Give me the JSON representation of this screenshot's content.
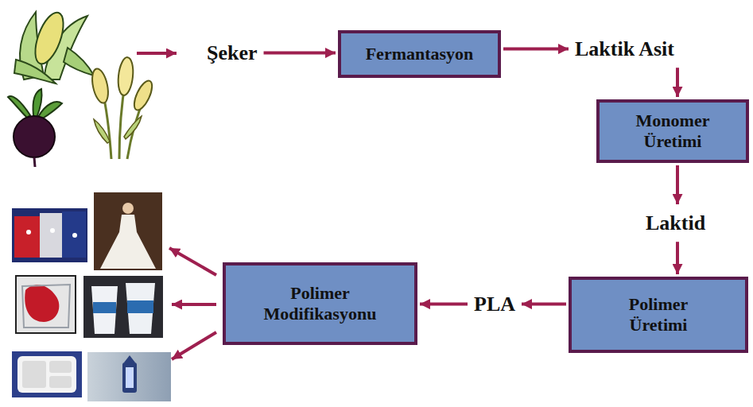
{
  "diagram": {
    "nodes": [
      {
        "text": [
          "Şeker"
        ]
      },
      {
        "text": [
          "Fermantasyon"
        ]
      },
      {
        "text": [
          "Laktik Asit"
        ]
      },
      {
        "text": [
          "Monomer Üretimi"
        ]
      },
      {
        "text": [
          "Laktid"
        ]
      },
      {
        "text": [
          "Polimer Üretimi"
        ]
      },
      {
        "text": [
          "PLA"
        ]
      },
      {
        "text": [
          "Polimer Modifikasyonu"
        ]
      }
    ],
    "edges": [
      {
        "from": 0,
        "to": 1,
        "arrow": "to"
      },
      {
        "from": 1,
        "to": 2,
        "arrow": "to"
      },
      {
        "from": 2,
        "to": 3,
        "arrow": "to"
      },
      {
        "from": 3,
        "to": 4,
        "arrow": "to"
      },
      {
        "from": 4,
        "to": 5,
        "arrow": "to"
      },
      {
        "from": 5,
        "to": 6,
        "arrow": "to"
      },
      {
        "from": 6,
        "to": 7,
        "arrow": "to"
      }
    ]
  }
}
